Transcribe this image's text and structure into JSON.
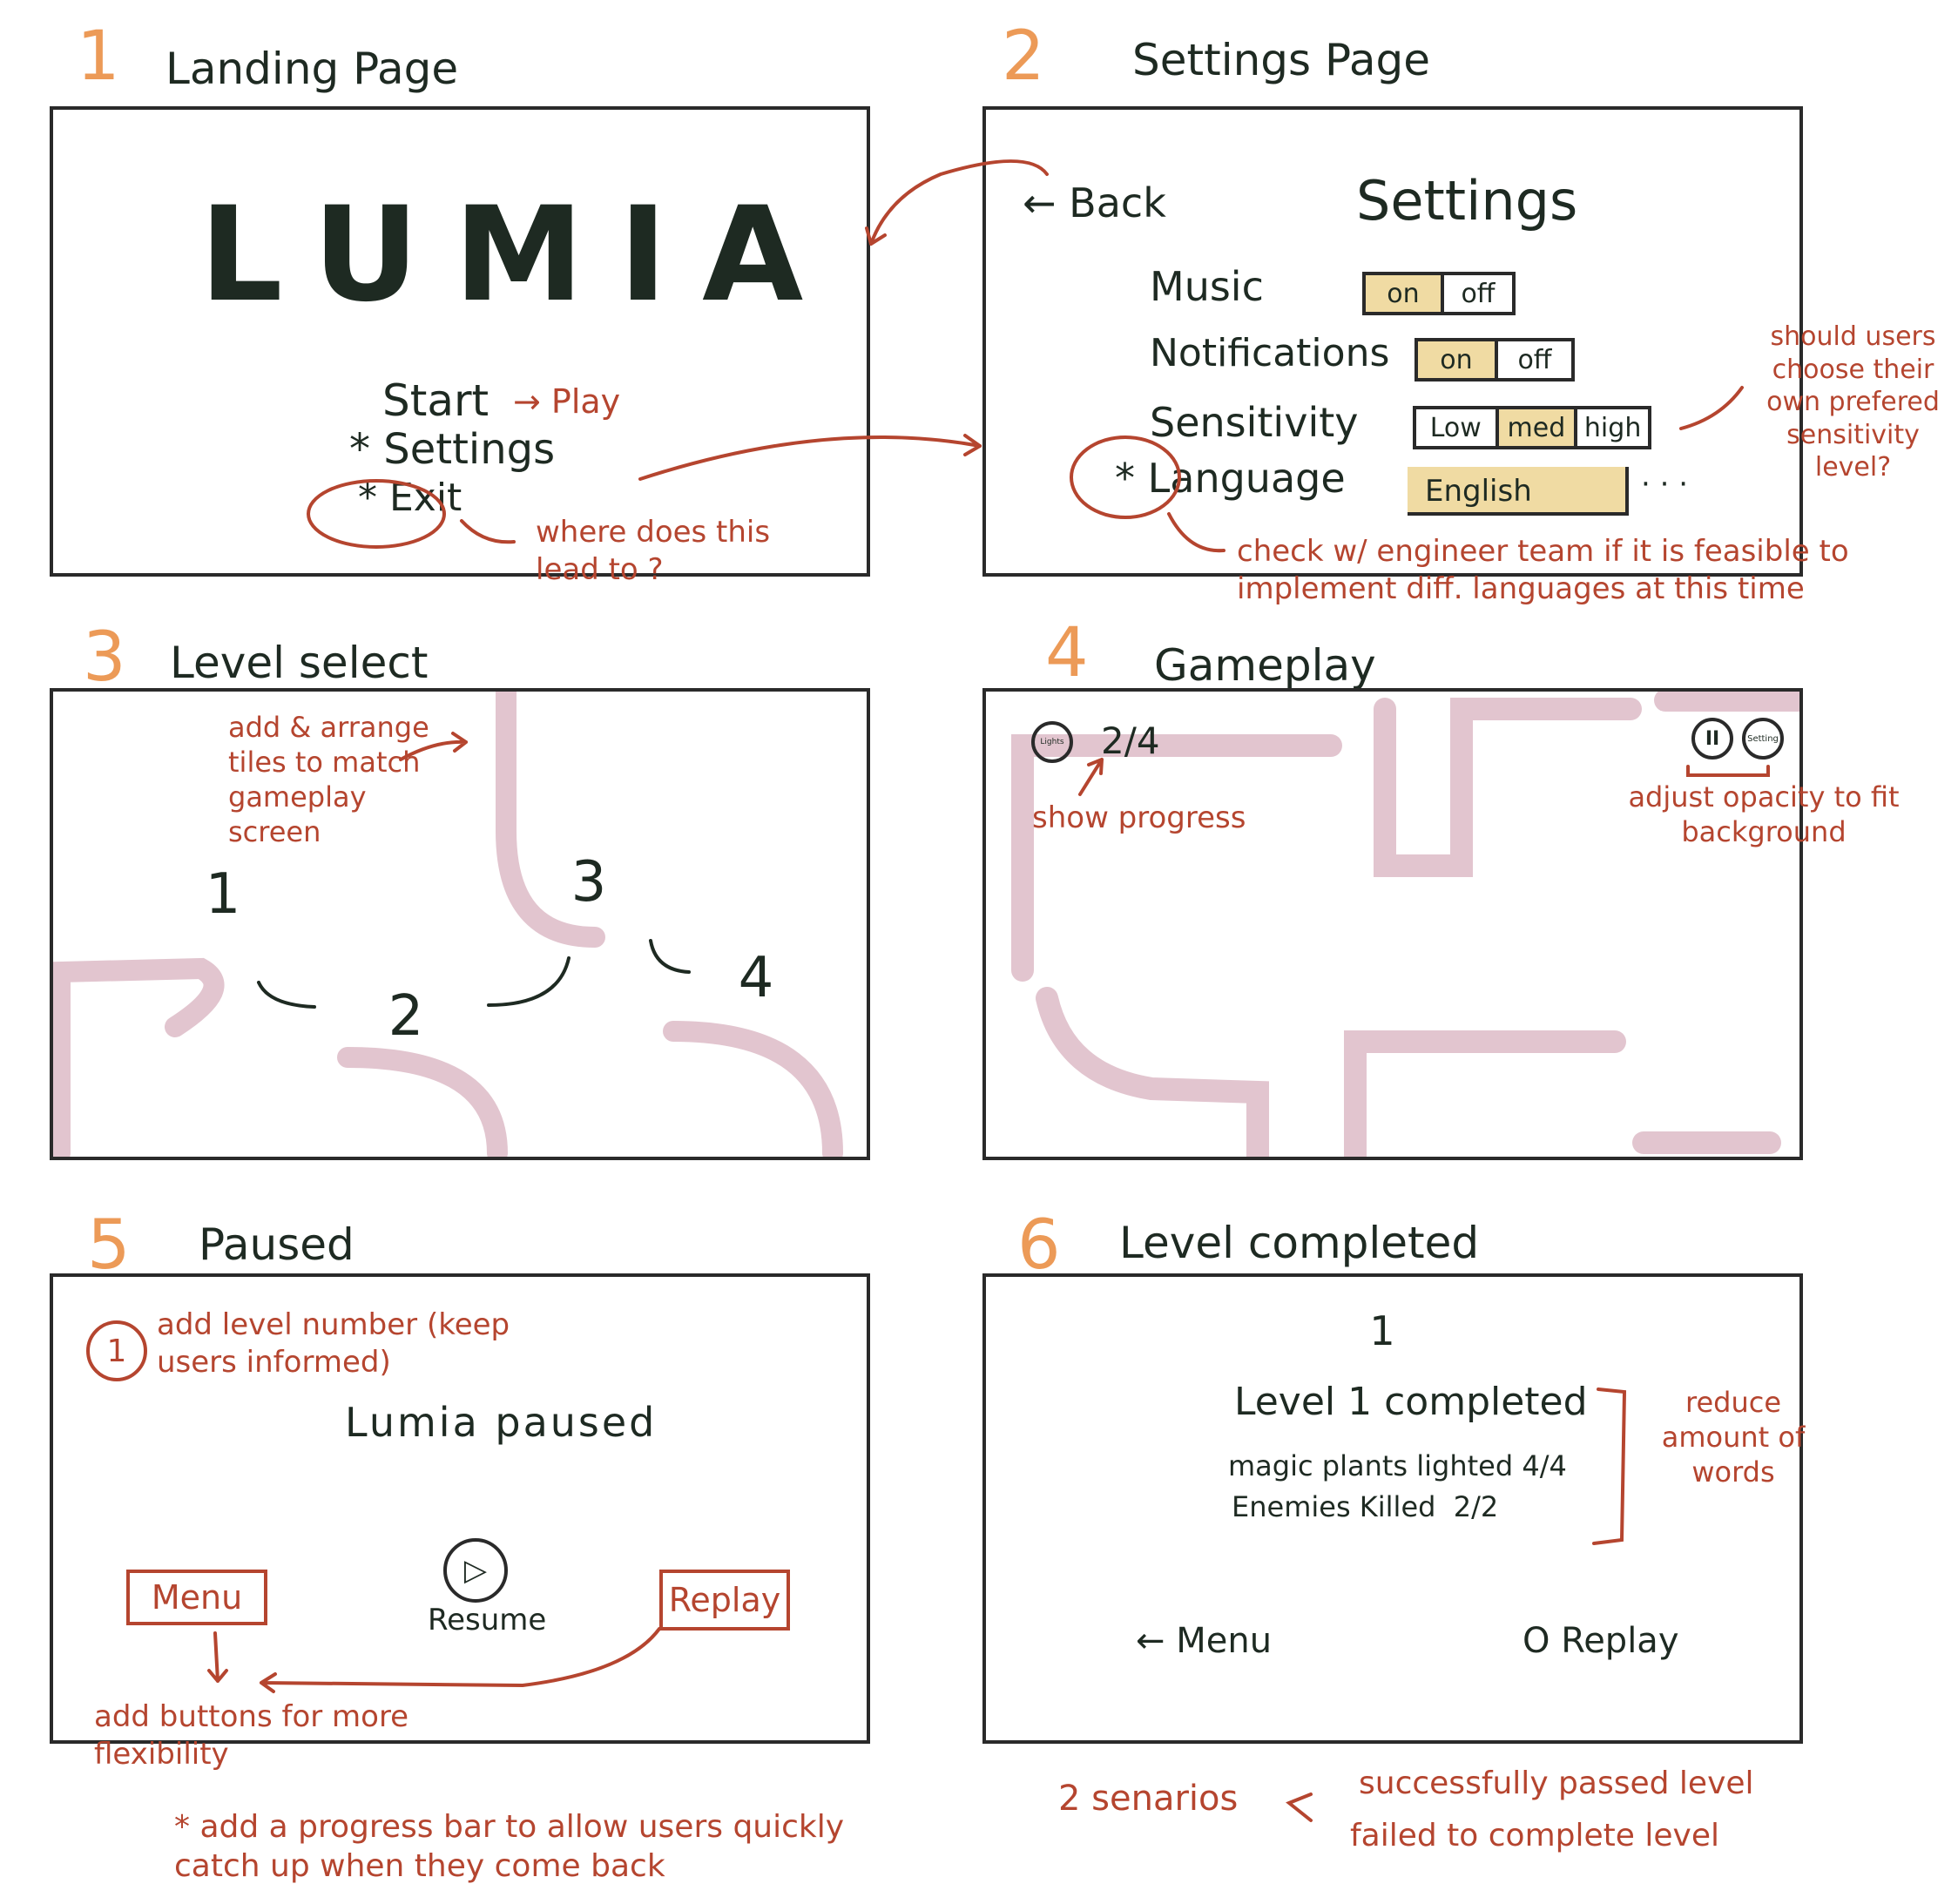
{
  "panels": {
    "p1": {
      "number": "1",
      "title": "Landing Page"
    },
    "p2": {
      "number": "2",
      "title": "Settings Page"
    },
    "p3": {
      "number": "3",
      "title": "Level select"
    },
    "p4": {
      "number": "4",
      "title": "Gameplay"
    },
    "p5": {
      "number": "5",
      "title": "Paused"
    },
    "p6": {
      "number": "6",
      "title": "Level completed"
    }
  },
  "landing": {
    "logo": "LUMIA",
    "menu_start": "Start",
    "menu_start_note": "→ Play",
    "menu_settings": "* Settings",
    "menu_exit": "* Exit",
    "note_exit": "where does this lead to ?"
  },
  "settings": {
    "back": "← Back",
    "heading": "Settings",
    "music_label": "Music",
    "notifications_label": "Notifications",
    "sensitivity_label": "Sensitivity",
    "language_label": "* Language",
    "on": "on",
    "off": "off",
    "low": "Low",
    "med": "med",
    "high": "high",
    "language_value": "English",
    "more": "· · ·",
    "note_sensitivity": "should users choose their own prefered sensitivity level?",
    "note_language": "check w/ engineer team if it is feasible to implement diff. languages at this time"
  },
  "level_select": {
    "levels": [
      "1",
      "2",
      "3",
      "4"
    ],
    "note_tiles": "add & arrange tiles to match gameplay screen"
  },
  "gameplay": {
    "lights_icon": "Lights",
    "progress": "2/4",
    "note_progress": "show progress",
    "pause_icon": "II",
    "settings_icon": "Setting",
    "note_opacity": "adjust opacity to fit background"
  },
  "paused": {
    "level_badge": "1",
    "note_level": "add level number (keep users informed)",
    "heading": "Lumia paused",
    "menu_button": "Menu",
    "resume_label": "Resume",
    "replay_button": "Replay",
    "note_buttons": "add buttons for more flexibility",
    "note_progress_bar": "* add a progress bar to allow users quickly catch up when they come back"
  },
  "completed": {
    "level_icon": "1",
    "heading": "Level 1 completed",
    "stat_plants": "magic plants lighted 4/4",
    "stat_enemies": "Enemies Killed  2/2",
    "note_words": "reduce amount of words",
    "menu": "← Menu",
    "replay": "O Replay",
    "scenarios": "2 senarios",
    "scenario_1": "successfully passed level",
    "scenario_2": "failed to complete level"
  },
  "colors": {
    "ink": "#1e2a22",
    "annotation": "#b5452f",
    "panel_number": "#ec9a57",
    "tile": "#e2c5cf",
    "highlight": "#f0dba3"
  }
}
